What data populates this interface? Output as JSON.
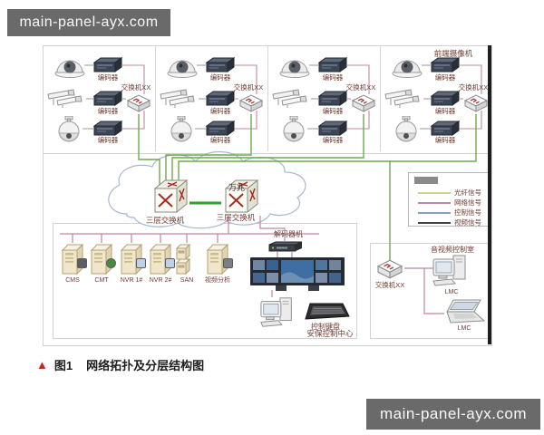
{
  "watermark": {
    "text": "main-panel-ayx.com"
  },
  "diagram": {
    "front_end_label": "前端摄像机",
    "camera_group": {
      "encoder_label": "编码器",
      "switch_label": "交换机XX"
    },
    "core": {
      "switch_label": "三层交换机",
      "link_label": "万兆",
      "fiber_color": "#6fa84f",
      "network_color": "#bd87a2"
    },
    "legend": {
      "items": [
        {
          "label": "光纤信号",
          "color": "#c9d69b"
        },
        {
          "label": "网络信号",
          "color": "#bd87a2"
        },
        {
          "label": "控制信号",
          "color": "#8a9cc4"
        },
        {
          "label": "视频信号",
          "color": "#3f3f3f"
        }
      ]
    },
    "servers": {
      "labels": [
        "CMS",
        "CMT",
        "NVR 1#",
        "NVR 2#",
        "SAN",
        "视频分析"
      ]
    },
    "control_center": {
      "decoder_label": "解码器机",
      "keyboard_label": "控制键盘",
      "room_label": "安保控制中心"
    },
    "av_room": {
      "label": "音视频控制室",
      "switch_label": "交换机XX",
      "pc_label": "LMC",
      "laptop_label": "LMC"
    }
  },
  "caption": {
    "marker": "▲",
    "figure_no": "图1",
    "title": "网络拓扑及分层结构图"
  }
}
